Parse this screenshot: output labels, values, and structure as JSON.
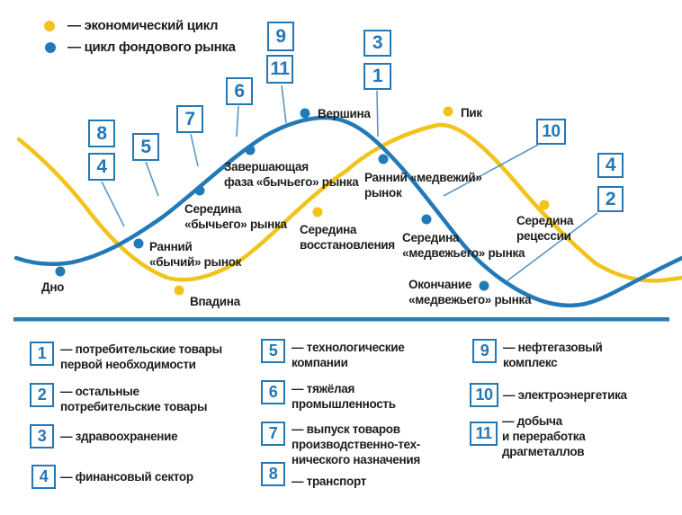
{
  "legend": {
    "economic_label": "— экономический цикл",
    "stock_label": "— цикл фондового рынка"
  },
  "colors": {
    "economic_curve": "#F2C31B",
    "stock_curve": "#2279B8",
    "callout_blue": "#2478B6",
    "connector_blue": "#5A97C5",
    "divider_blue": "#2B7CB5",
    "text": "#1D1D1B"
  },
  "stock_phases": [
    {
      "label": "Дно"
    },
    {
      "label": "Ранний\n«бычий» рынок"
    },
    {
      "label": "Середина\n«бычьего» рынка"
    },
    {
      "label": "Завершающая\nфаза «бычьего» рынка"
    },
    {
      "label": "Вершина"
    },
    {
      "label": "Ранний «медвежий»\nрынок"
    },
    {
      "label": "Середина\n«медвежьего» рынка"
    },
    {
      "label": "Окончание\n«медвежьего» рынка"
    }
  ],
  "economic_phases": [
    {
      "label": "Впадина"
    },
    {
      "label": "Середина\nвосстановления"
    },
    {
      "label": "Пик"
    },
    {
      "label": "Середина\nрецессии"
    }
  ],
  "sectors": [
    {
      "num": "1",
      "label": "— потребительские товары\nпервой необходимости"
    },
    {
      "num": "2",
      "label": "— остальные\nпотребительские товары"
    },
    {
      "num": "3",
      "label": "— здравоохранение"
    },
    {
      "num": "4",
      "label": "— финансовый сектор"
    },
    {
      "num": "5",
      "label": "— технологические\nкомпании"
    },
    {
      "num": "6",
      "label": "— тяжёлая\nпромышленность"
    },
    {
      "num": "7",
      "label": "— выпуск товаров\nпроизводственно-тех-\nнического назначения"
    },
    {
      "num": "8",
      "label": "— транспорт"
    },
    {
      "num": "9",
      "label": "— нефтегазовый\nкомплекс"
    },
    {
      "num": "10",
      "label": "— электроэнергетика"
    },
    {
      "num": "11",
      "label": "— добыча\nи переработка\nдрагметаллов"
    }
  ]
}
